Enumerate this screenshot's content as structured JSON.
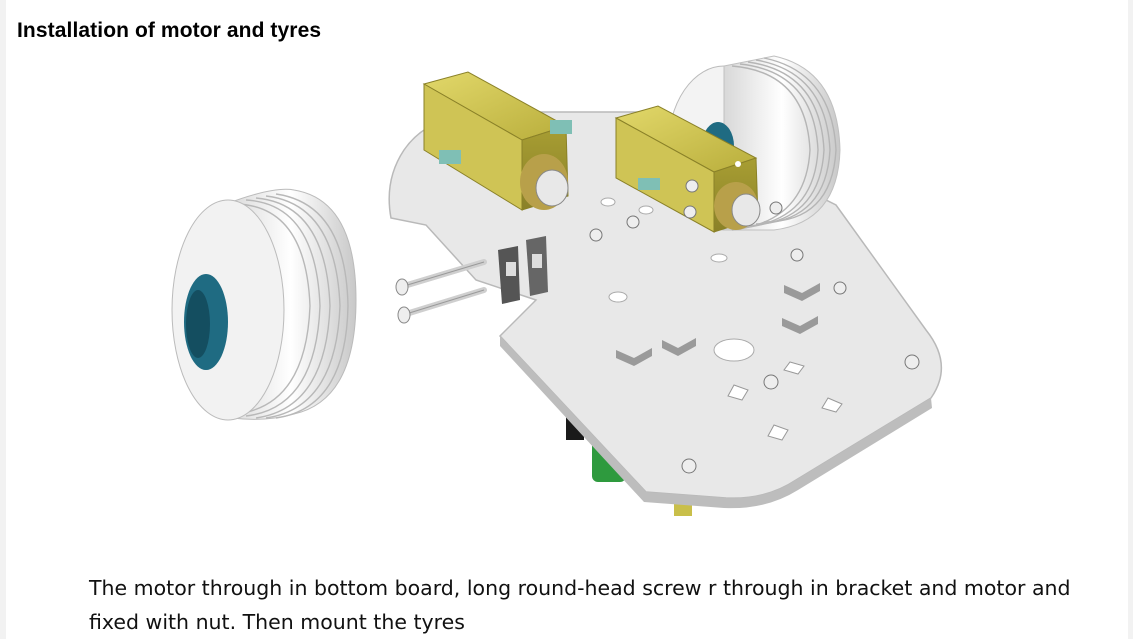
{
  "section": {
    "title": "Installation of motor and tyres"
  },
  "figure": {
    "parts": [
      "chassis-board",
      "left-motor",
      "right-motor",
      "left-tyre",
      "right-tyre",
      "long-screws",
      "brackets",
      "caster-wheel"
    ],
    "colors": {
      "board": "#e6e6e6",
      "motor": "#c9bf4a",
      "tyre": "#f0f0f0",
      "hub": "#1f6b82",
      "caster": "#2e9a3e"
    }
  },
  "caption": {
    "text": "The motor through in bottom board, long round-head screw r through in bracket and motor and fixed with nut. Then mount the tyres"
  }
}
